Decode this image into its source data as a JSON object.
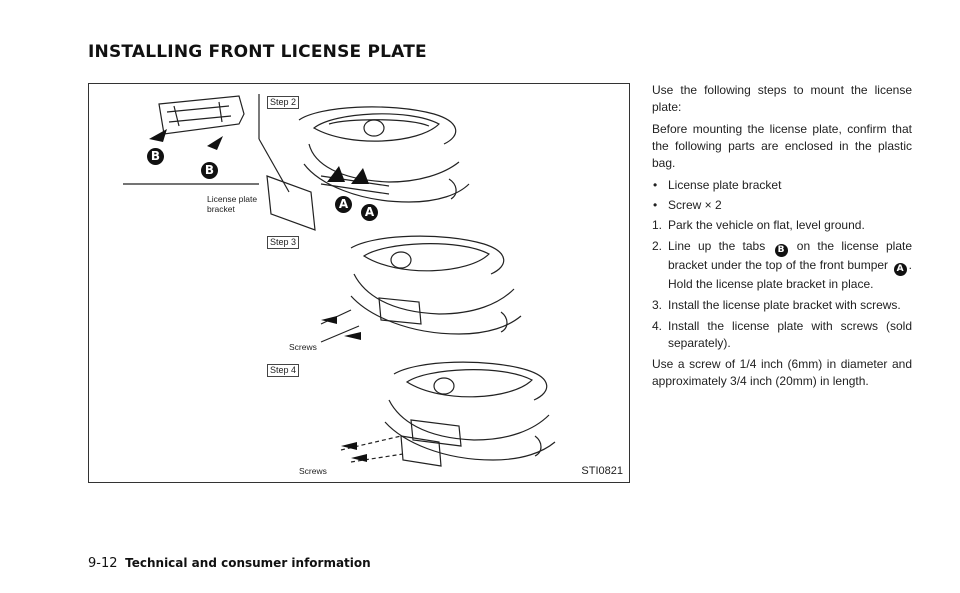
{
  "heading": "INSTALLING FRONT LICENSE PLATE",
  "figure": {
    "code": "STI0821",
    "steps": [
      "Step 2",
      "Step 3",
      "Step 4"
    ],
    "callouts": {
      "bracket_line1": "License plate",
      "bracket_line2": "bracket",
      "screws_a": "Screws",
      "screws_b": "Screws"
    },
    "markers": {
      "a": "A",
      "b": "B"
    }
  },
  "text": {
    "intro": "Use the following steps to mount the license plate:",
    "before": "Before mounting the license plate, confirm that the following parts are enclosed in the plastic bag.",
    "bullets": [
      "License plate bracket",
      "Screw × 2"
    ],
    "bullet_char": "•",
    "steps": [
      {
        "n": "1.",
        "text": "Park the vehicle on flat, level ground."
      },
      {
        "n": "2.",
        "pre": "Line up the tabs",
        "marker1": "B",
        "mid": "on the license plate bracket under the top of the front bumper",
        "marker2": "A",
        "post": ". Hold the license plate bracket in place."
      },
      {
        "n": "3.",
        "text": "Install the license plate bracket with screws."
      },
      {
        "n": "4.",
        "text": "Install the license plate with screws (sold separately)."
      }
    ],
    "closing": "Use a screw of 1/4 inch (6mm) in diameter and approximately 3/4 inch (20mm) in length."
  },
  "footer": {
    "page": "9-12",
    "section": "Technical and consumer information"
  }
}
